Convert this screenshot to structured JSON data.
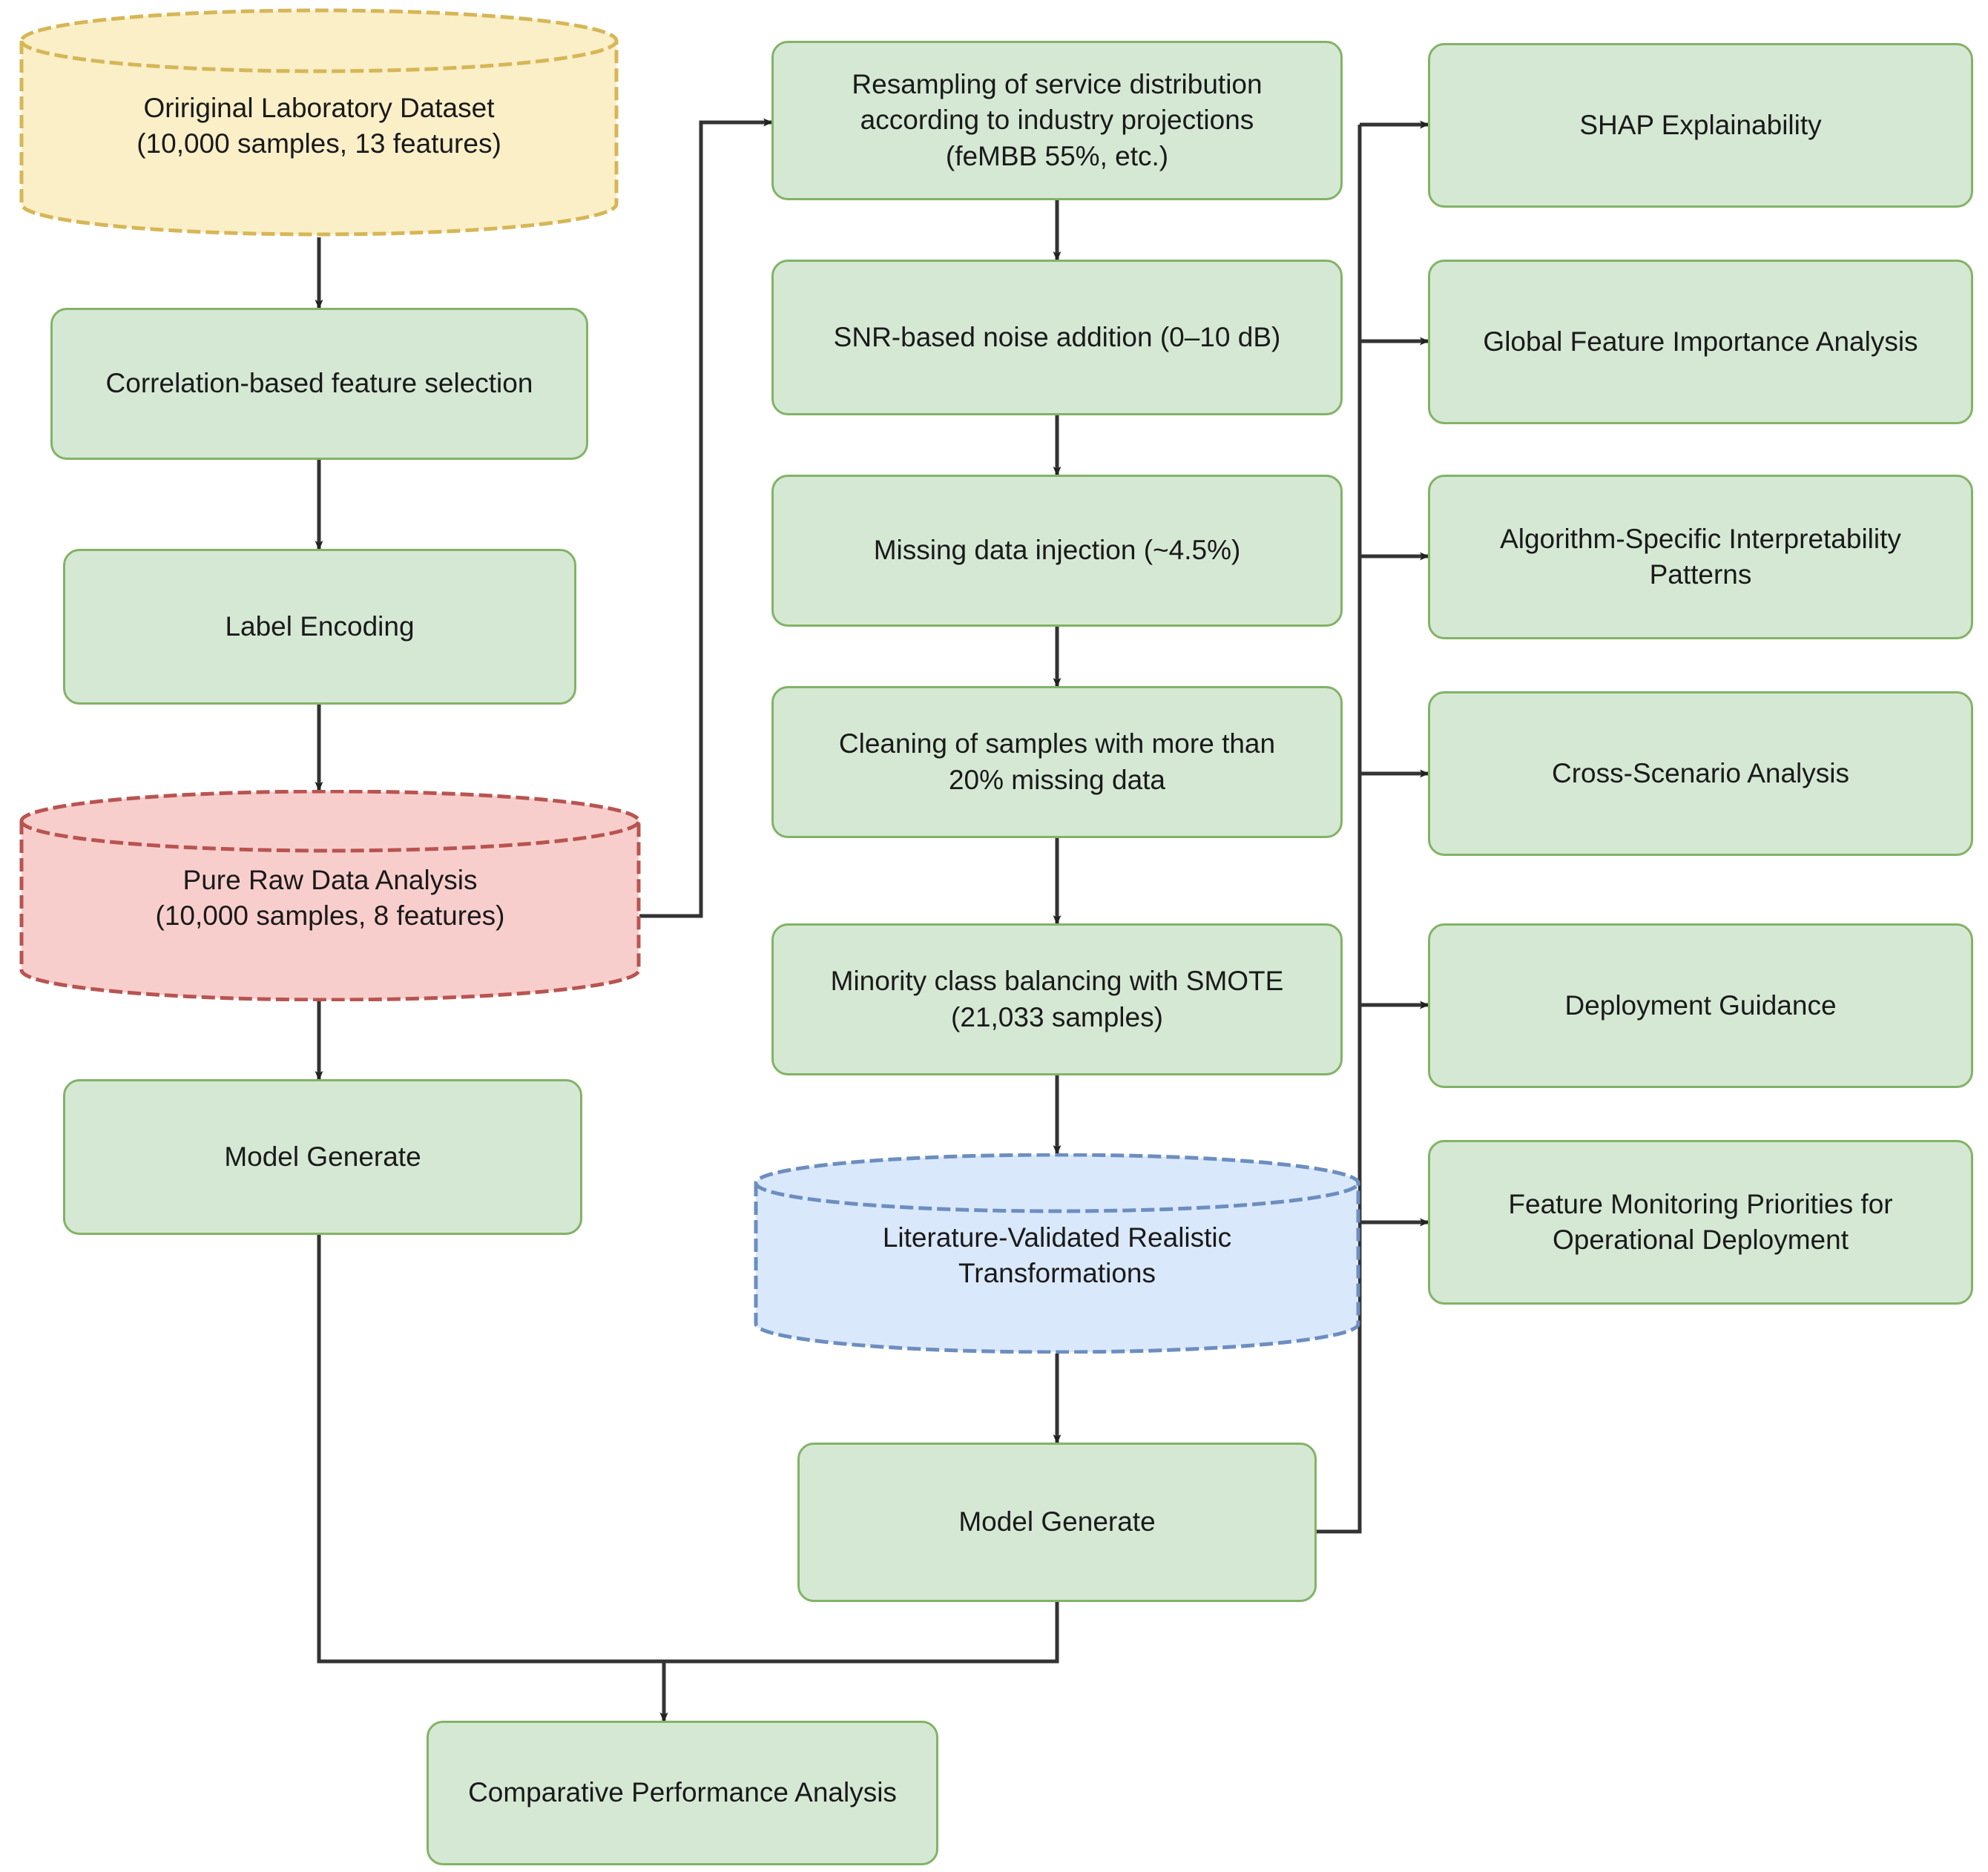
{
  "diagram": {
    "title": "Machine Learning Data Pipeline Flowchart",
    "colors": {
      "process_fill": "#D5E8D4",
      "process_stroke": "#82B366",
      "dataset_yellow_fill": "#FBEFC8",
      "dataset_yellow_stroke": "#D6B656",
      "dataset_red_fill": "#F8CECC",
      "dataset_red_stroke": "#B85450",
      "dataset_blue_fill": "#DAE8FC",
      "dataset_blue_stroke": "#6C8EBF",
      "edge_stroke": "#333333",
      "text": "#1a1a1a"
    }
  },
  "left_column": {
    "original_dataset": "Oririginal Laboratory Dataset\n(10,000 samples, 13 features)",
    "feature_selection": "Correlation-based feature selection",
    "label_encoding": "Label Encoding",
    "pure_raw_data": "Pure Raw Data Analysis\n(10,000 samples, 8 features)",
    "model_generate": "Model Generate"
  },
  "middle_column": {
    "resampling": "Resampling of service distribution\naccording to industry projections\n(feMBB 55%, etc.)",
    "snr_noise": "SNR-based noise addition (0–10 dB)",
    "missing_data": "Missing data injection (~4.5%)",
    "cleaning": "Cleaning of samples with more than\n20% missing data",
    "smote": "Minority class balancing with SMOTE\n(21,033 samples)",
    "literature_validated": "Literature-Validated Realistic\nTransformations",
    "model_generate": "Model Generate"
  },
  "right_column": {
    "items": [
      "SHAP Explainability",
      "Global Feature Importance Analysis",
      "Algorithm-Specific Interpretability\nPatterns",
      "Cross-Scenario Analysis",
      "Deployment Guidance",
      "Feature Monitoring Priorities for\nOperational Deployment"
    ]
  },
  "bottom": {
    "comparative": "Comparative Performance Analysis"
  }
}
